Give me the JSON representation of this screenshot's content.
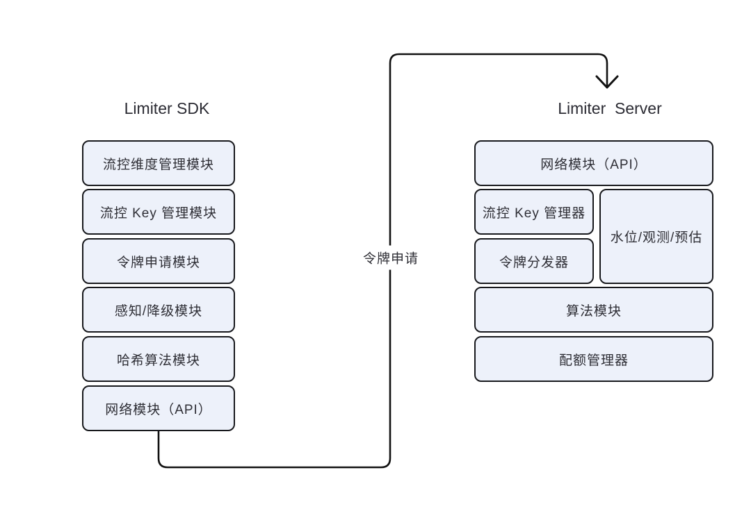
{
  "diagram": {
    "colors": {
      "background": "#ffffff",
      "box_fill": "#edf1fa",
      "box_border": "#17181c",
      "text": "#2e2e35",
      "arrow": "#111111"
    },
    "sdk": {
      "title": "Limiter SDK",
      "modules": [
        "流控维度管理模块",
        "流控 Key 管理模块",
        "令牌申请模块",
        "感知/降级模块",
        "哈希算法模块",
        "网络模块（API）"
      ]
    },
    "server": {
      "title": "Limiter  Server",
      "network_module": "网络模块（API）",
      "key_manager": "流控 Key 管理器",
      "token_dispatcher": "令牌分发器",
      "watermark_module": "水位/观测/预估",
      "algorithm_module": "算法模块",
      "quota_manager": "配额管理器"
    },
    "edge": {
      "label": "令牌申请"
    }
  }
}
